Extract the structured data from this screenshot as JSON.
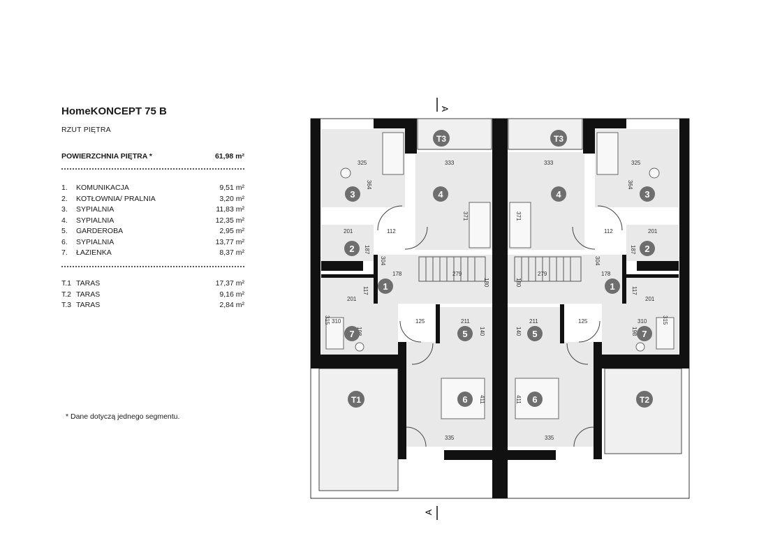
{
  "header": {
    "title": "HomeKONCEPT 75 B",
    "subtitle": "RZUT PIĘTRA",
    "area_label": "POWIERZCHNIA PIĘTRA *",
    "area_value": "61,98 m²"
  },
  "rooms": [
    {
      "num": "1.",
      "name": "KOMUNIKACJA",
      "area": "9,51 m²"
    },
    {
      "num": "2.",
      "name": "KOTŁOWNIA/ PRALNIA",
      "area": "3,20 m²"
    },
    {
      "num": "3.",
      "name": "SYPIALNIA",
      "area": "11,83 m²"
    },
    {
      "num": "4.",
      "name": "SYPIALNIA",
      "area": "12,35 m²"
    },
    {
      "num": "5.",
      "name": "GARDEROBA",
      "area": "2,95 m²"
    },
    {
      "num": "6.",
      "name": "SYPIALNIA",
      "area": "13,77 m²"
    },
    {
      "num": "7.",
      "name": "ŁAZIENKA",
      "area": "8,37 m²"
    }
  ],
  "terraces": [
    {
      "num": "T.1",
      "name": "TARAS",
      "area": "17,37 m²"
    },
    {
      "num": "T.2",
      "name": "TARAS",
      "area": "9,16 m²"
    },
    {
      "num": "T.3",
      "name": "TARAS",
      "area": "2,84 m²"
    }
  ],
  "footnote": "*  Dane dotyczą jednego segmentu.",
  "plan": {
    "section_mark": "A",
    "badges": {
      "r1": "1",
      "r2": "2",
      "r3": "3",
      "r4": "4",
      "r5": "5",
      "r6": "6",
      "r7": "7",
      "t1": "T1",
      "t2": "T2",
      "t3": "T3"
    },
    "dims": {
      "d325": "325",
      "d364": "364",
      "d333": "333",
      "d371": "371",
      "d201": "201",
      "d112": "112",
      "d187": "187",
      "d304": "304",
      "d178": "178",
      "d279": "279",
      "d180": "180",
      "d117": "117",
      "d310": "310",
      "d315": "315",
      "d198": "198",
      "d125": "125",
      "d211": "211",
      "d140": "140",
      "d411": "411",
      "d335": "335"
    }
  }
}
